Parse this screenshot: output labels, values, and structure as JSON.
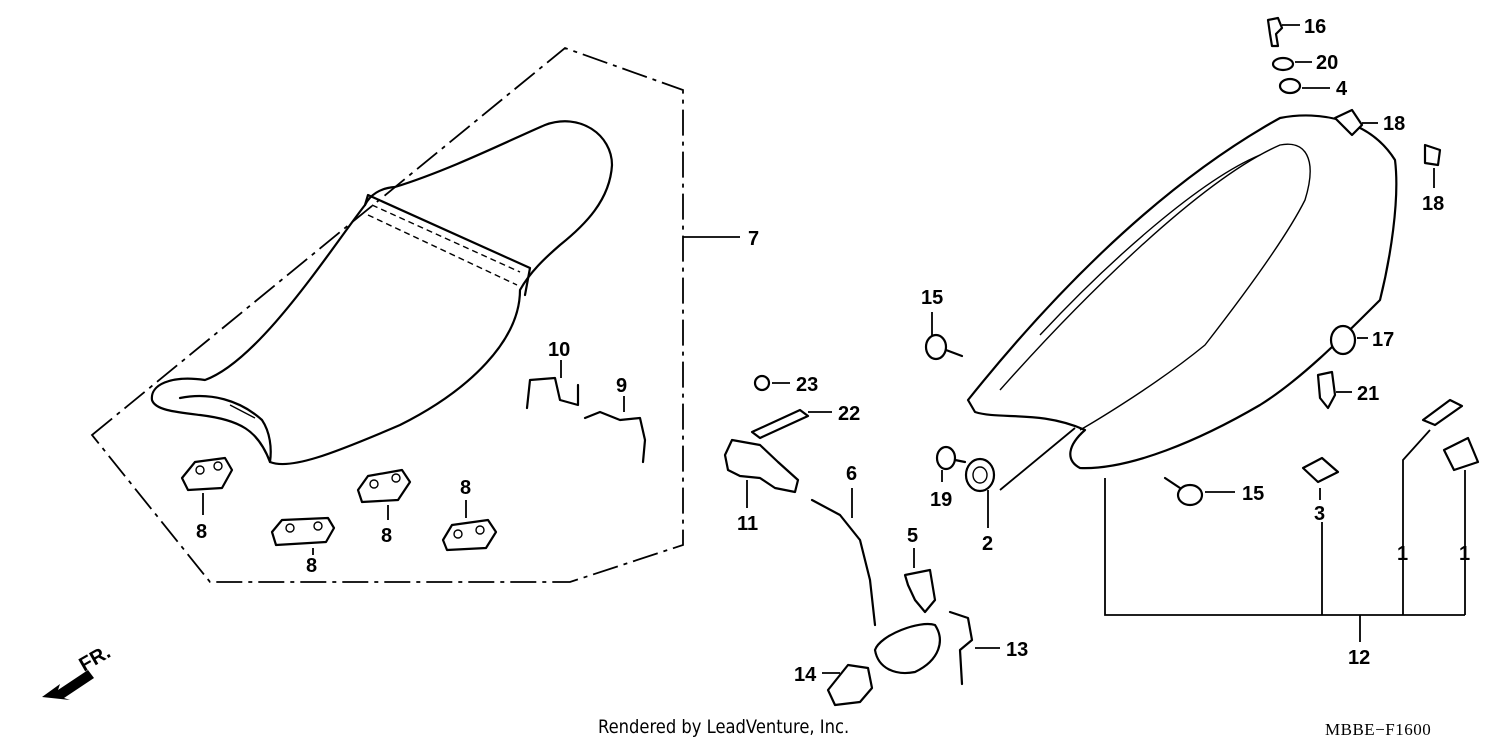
{
  "diagram": {
    "direction_label": "FR.",
    "credit": "Rendered by LeadVenture, Inc.",
    "code": "MBBE−F1600",
    "callouts": {
      "c7": "7",
      "c10": "10",
      "c9": "9",
      "c8a": "8",
      "c8b": "8",
      "c8c": "8",
      "c8d": "8",
      "c23": "23",
      "c22": "22",
      "c6": "6",
      "c11": "11",
      "c5": "5",
      "c13": "13",
      "c14": "14",
      "c15a": "15",
      "c15b": "15",
      "c19": "19",
      "c2": "2",
      "c16": "16",
      "c20": "20",
      "c4": "4",
      "c18a": "18",
      "c18b": "18",
      "c17": "17",
      "c21": "21",
      "c3": "3",
      "c1a": "1",
      "c1b": "1",
      "c12": "12"
    }
  }
}
